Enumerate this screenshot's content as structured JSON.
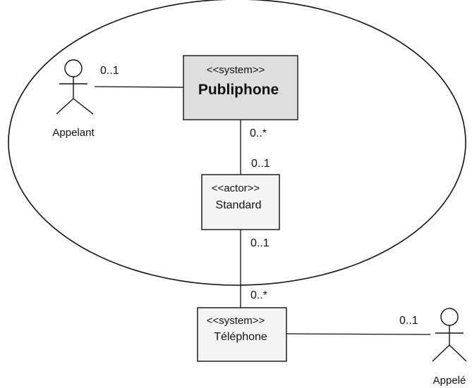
{
  "colors": {
    "stroke": "#111111",
    "system_fill": "#dedede",
    "box_fill": "#f4f4f4",
    "background": "#ffffff"
  },
  "actors": {
    "appelant": {
      "label": "Appelant",
      "icon": "stick-figure-actor-icon"
    },
    "appele": {
      "label": "Appelé",
      "icon": "stick-figure-actor-icon"
    }
  },
  "boxes": {
    "publiphone": {
      "stereotype": "<<system>>",
      "name": "Publiphone"
    },
    "standard": {
      "stereotype": "<<actor>>",
      "name": "Standard"
    },
    "telephone": {
      "stereotype": "<<system>>",
      "name": "Téléphone"
    }
  },
  "multiplicities": {
    "appelant_publiphone": "0..1",
    "publiphone_to_standard": "0..*",
    "standard_to_publiphone": "0..1",
    "standard_to_telephone": "0..1",
    "telephone_to_standard": "0..*",
    "telephone_appele": "0..1"
  }
}
